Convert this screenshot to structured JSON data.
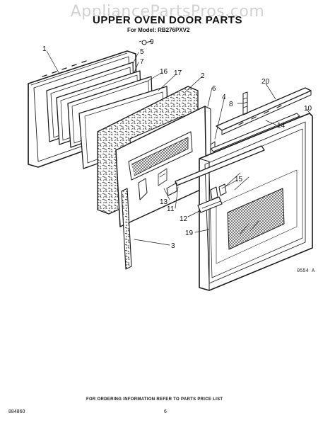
{
  "watermark": "AppliancePartsPros.com",
  "title": "UPPER OVEN DOOR PARTS",
  "subtitle": "For Model: RB276PXV2",
  "diagram_code": "0554 A",
  "footer_note": "FOR ORDERING INFORMATION REFER TO PARTS PRICE LIST",
  "doc_code": "884860",
  "page_number": "6",
  "callouts": {
    "c1": "1",
    "c2": "2",
    "c3": "3",
    "c4": "4",
    "c5": "5",
    "c6": "6",
    "c7": "7",
    "c8": "8",
    "c9": "9",
    "c10": "10",
    "c11": "11",
    "c12": "12",
    "c13": "13",
    "c14": "14",
    "c15": "15",
    "c16": "16",
    "c17": "17",
    "c19": "19",
    "c20": "20"
  }
}
